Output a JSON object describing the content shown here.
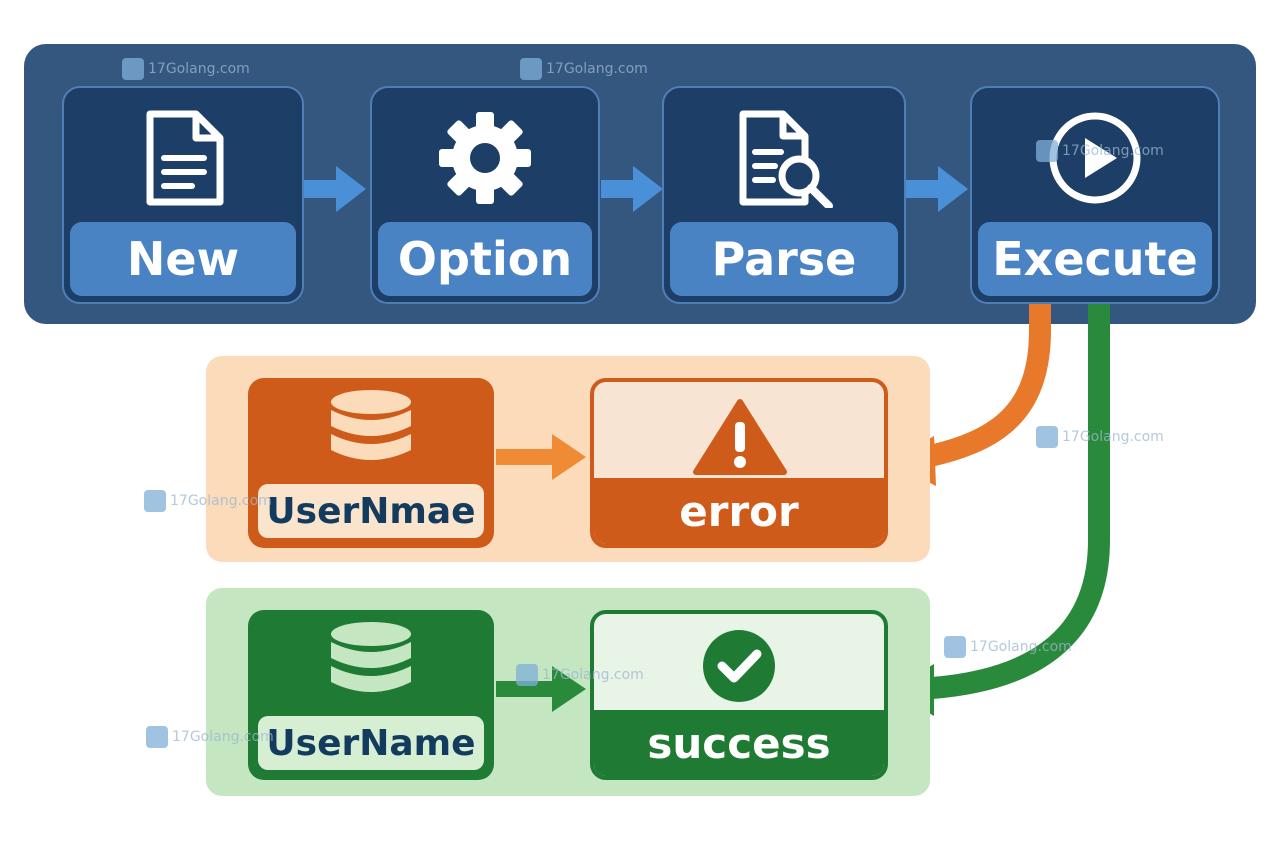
{
  "pipeline": {
    "steps": [
      {
        "label": "New",
        "icon": "document-icon"
      },
      {
        "label": "Option",
        "icon": "gear-icon"
      },
      {
        "label": "Parse",
        "icon": "document-search-icon"
      },
      {
        "label": "Execute",
        "icon": "play-icon"
      }
    ]
  },
  "error_branch": {
    "db_label": "UserNmae",
    "db_icon": "database-icon",
    "result_label": "error",
    "result_icon": "warning-icon"
  },
  "success_branch": {
    "db_label": "UserName",
    "db_icon": "database-icon",
    "result_label": "success",
    "result_icon": "check-circle-icon"
  },
  "watermark": {
    "text": "17Golang.com"
  },
  "colors": {
    "pipeline_bg": "#34577f",
    "step_bg": "#1c3e67",
    "step_label": "#4a83c4",
    "arrow_blue": "#4a90d9",
    "error_orange": "#cf5b1a",
    "error_panel": "#fbdbb9",
    "success_green": "#1f7a34",
    "success_panel": "#c4e6c1"
  }
}
